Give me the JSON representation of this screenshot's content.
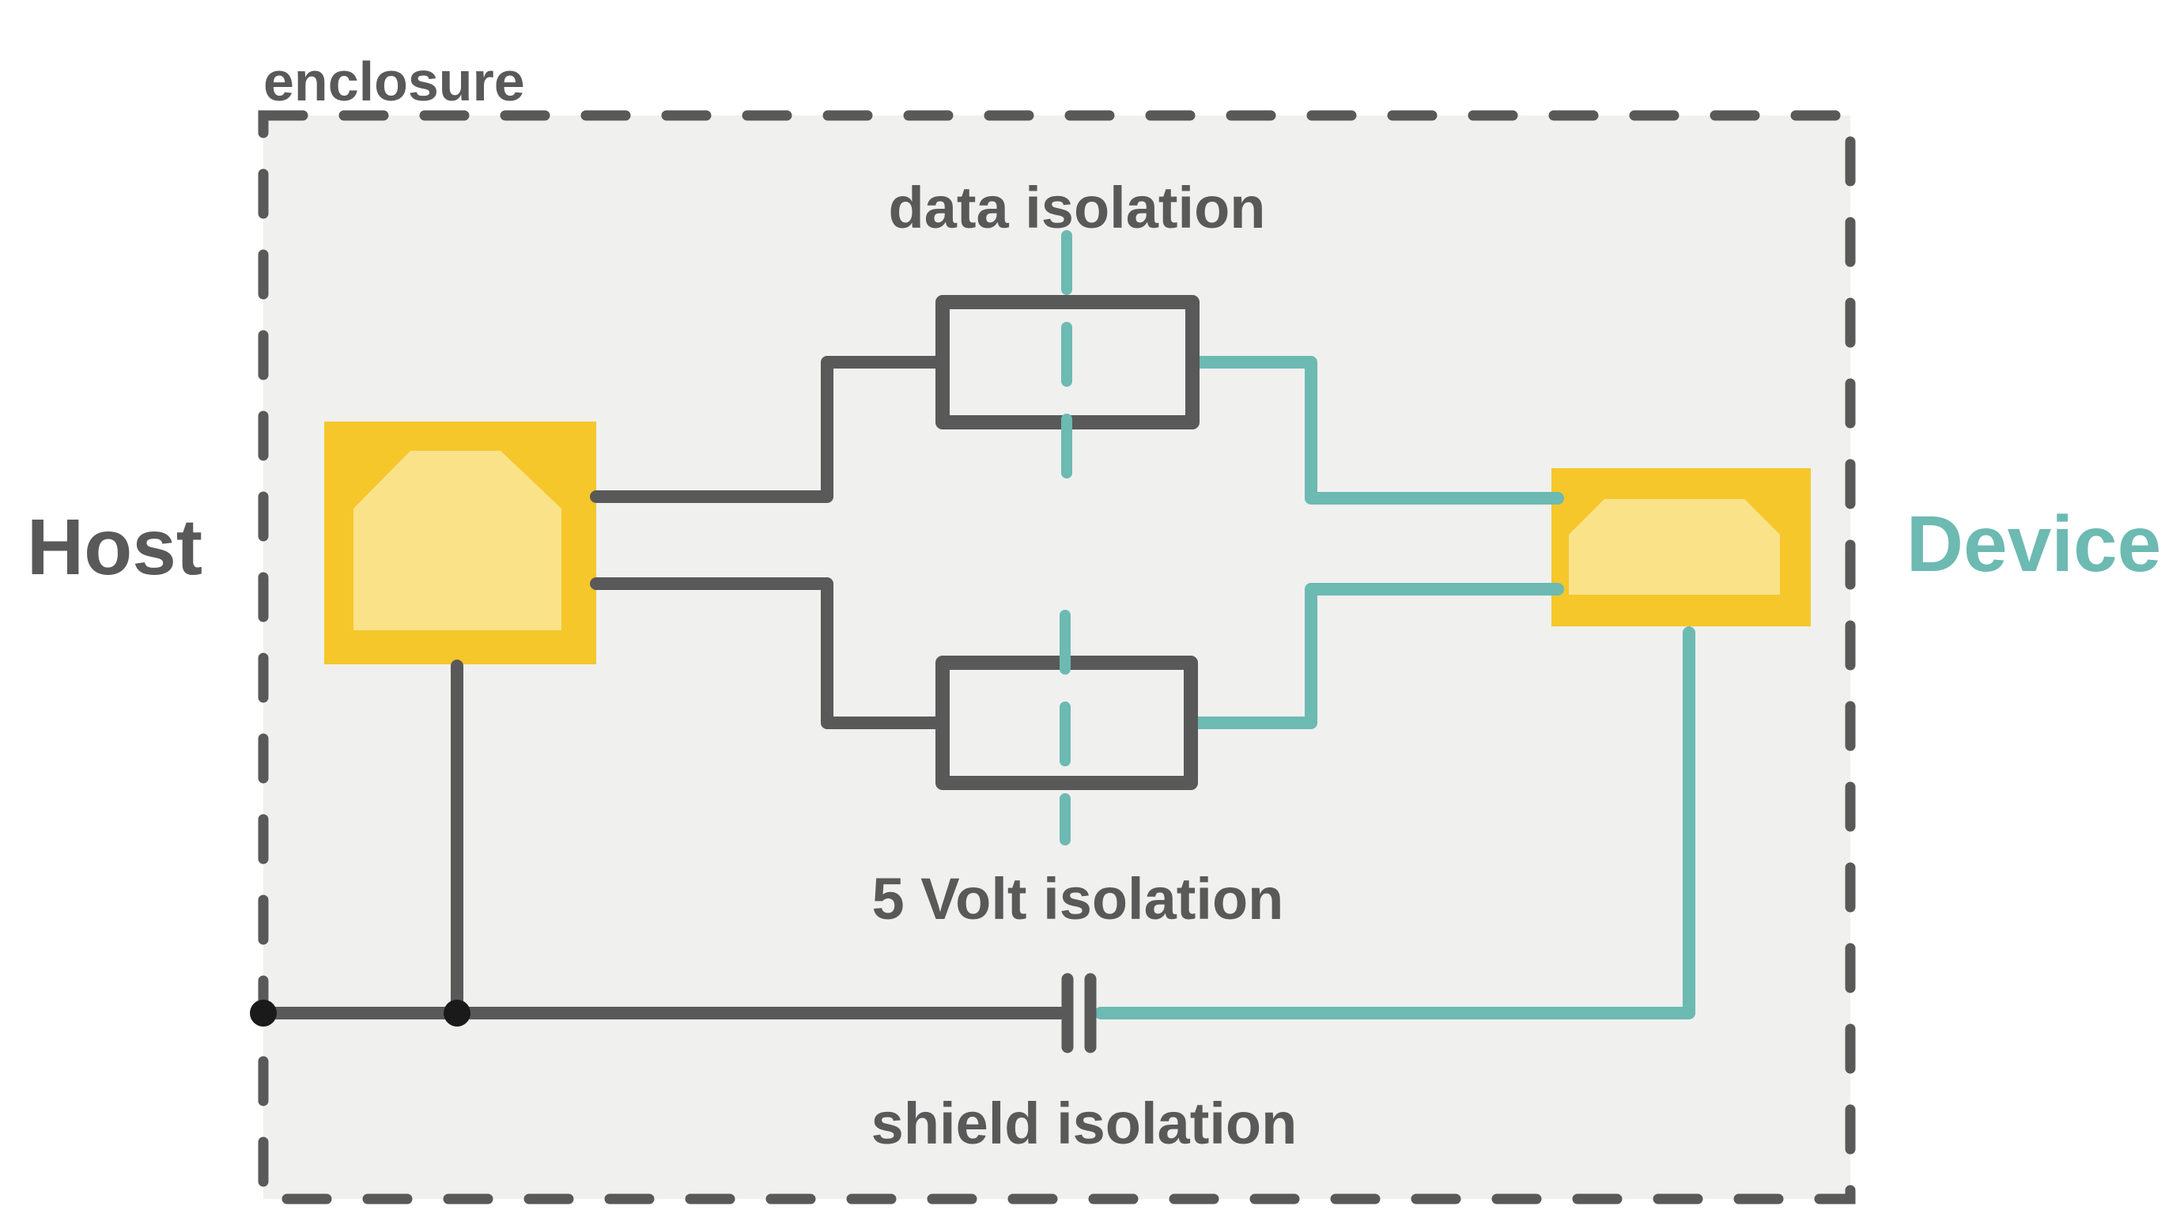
{
  "diagram": {
    "kind": "usb-isolation-schematic",
    "labels": {
      "enclosure": "enclosure",
      "host": "Host",
      "device": "Device",
      "data_isolation": "data isolation",
      "volt_isolation": "5 Volt isolation",
      "shield_isolation": "shield isolation"
    },
    "colors": {
      "background": "#FFFFFF",
      "enclosure_fill": "#F0F0EF",
      "enclosure_border": "#595959",
      "host_accent": "#595959",
      "device_accent": "#6CBAB2",
      "wire_dark": "#595959",
      "wire_teal": "#6CBAB2",
      "connector_yellow": "#F5C72B",
      "connector_yellow_light": "#FAE289",
      "junction_dot": "#1A1A1A"
    },
    "icons": [
      "host-usb-connector-icon",
      "device-usb-connector-icon",
      "capacitor-icon",
      "junction-dot",
      "isolation-box",
      "dashed-isolation-divider"
    ]
  }
}
